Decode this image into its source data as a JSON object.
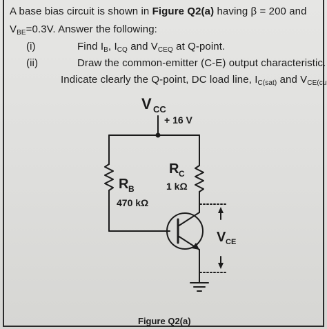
{
  "question": {
    "intro_a": "A base bias circuit is shown in ",
    "figure_ref": "Figure Q2(a)",
    "intro_b": " having β = 200 and",
    "vbe_line": "V",
    "vbe_sub": "BE",
    "vbe_value": "=0.3V. Answer the following:",
    "items": [
      {
        "num": "(i)",
        "text_a": "Find I",
        "sub_b": "B",
        "text_b": ", I",
        "sub_cq": "CQ",
        "text_c": " and V",
        "sub_ceq": "CEQ",
        "text_d": " at Q-point."
      },
      {
        "num": "(ii)",
        "text": "Draw the common-emitter (C-E) output characteristic.",
        "text2_a": "Indicate clearly the Q-point, DC load line, I",
        "sub_csat": "C(sat)",
        "text2_b": " and V",
        "sub_cecut": "CE(cutoff)"
      }
    ]
  },
  "circuit": {
    "vcc_label": "V",
    "vcc_sub": "CC",
    "supply": "+ 16 V",
    "rb_label": "R",
    "rb_sub": "B",
    "rb_value": "470 kΩ",
    "rc_label": "R",
    "rc_sub": "C",
    "rc_value": "1 kΩ",
    "vce_label": "V",
    "vce_sub": "CE"
  },
  "caption": "Figure Q2(a)"
}
